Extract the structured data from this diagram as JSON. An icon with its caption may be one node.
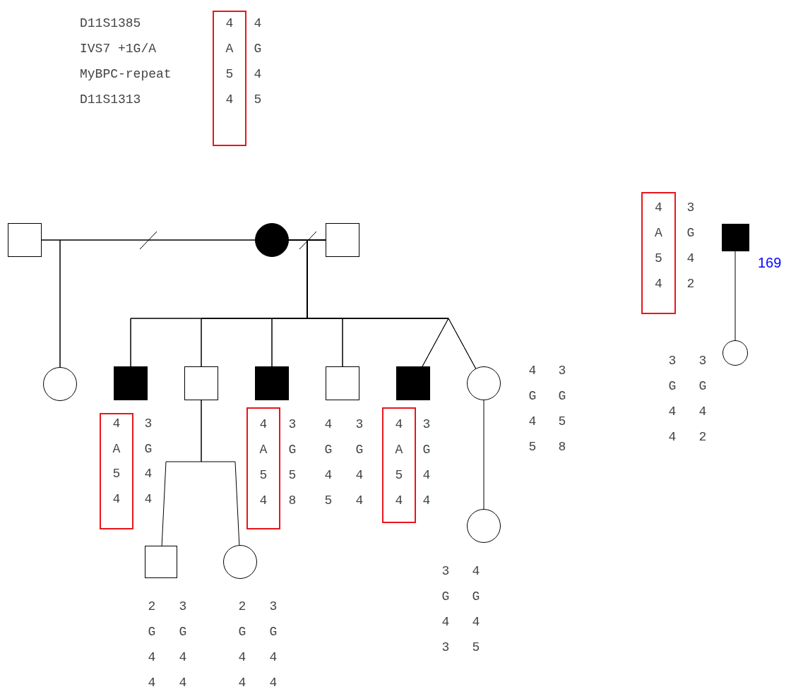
{
  "diagram": {
    "nodes": [
      {
        "text": [],
        "shape": "box"
      },
      {
        "text": [],
        "shape": "circle"
      },
      {
        "text": [],
        "shape": "box"
      },
      {
        "text": [],
        "shape": "circle"
      },
      {
        "text": [],
        "shape": "box"
      },
      {
        "text": [],
        "shape": "box"
      },
      {
        "text": [],
        "shape": "box"
      },
      {
        "text": [],
        "shape": "box"
      },
      {
        "text": [],
        "shape": "box"
      },
      {
        "text": [],
        "shape": "circle"
      },
      {
        "text": [],
        "shape": "box"
      },
      {
        "text": [],
        "shape": "circle"
      },
      {
        "text": [],
        "shape": "circle"
      },
      {
        "text": [],
        "shape": "box",
        "beside": [
          "169"
        ]
      },
      {
        "text": [],
        "shape": "circle"
      },
      {
        "text": [
          "4",
          "A",
          "5",
          "4"
        ]
      },
      {
        "text": [
          "4",
          "A",
          "5",
          "4"
        ]
      },
      {
        "text": [
          "4",
          "A",
          "5",
          "4"
        ]
      },
      {
        "text": [
          "4",
          "A",
          "5",
          "4"
        ]
      },
      {
        "text": [
          "4",
          "A",
          "5",
          "4"
        ]
      }
    ],
    "edges": [
      {
        "from": 0,
        "to": 1,
        "arrow": "none"
      },
      {
        "from": 1,
        "to": 2,
        "arrow": "none"
      },
      {
        "from": 0,
        "to": 3,
        "arrow": "none"
      },
      {
        "from": 1,
        "to": 3,
        "arrow": "none"
      },
      {
        "from": 1,
        "to": 4,
        "arrow": "none"
      },
      {
        "from": 2,
        "to": 4,
        "arrow": "none"
      },
      {
        "from": 1,
        "to": 5,
        "arrow": "none"
      },
      {
        "from": 2,
        "to": 5,
        "arrow": "none"
      },
      {
        "from": 1,
        "to": 6,
        "arrow": "none"
      },
      {
        "from": 2,
        "to": 6,
        "arrow": "none"
      },
      {
        "from": 1,
        "to": 7,
        "arrow": "none"
      },
      {
        "from": 2,
        "to": 7,
        "arrow": "none"
      },
      {
        "from": 1,
        "to": 8,
        "arrow": "none"
      },
      {
        "from": 2,
        "to": 8,
        "arrow": "none"
      },
      {
        "from": 1,
        "to": 9,
        "arrow": "none"
      },
      {
        "from": 2,
        "to": 9,
        "arrow": "none"
      },
      {
        "from": 5,
        "to": 10,
        "arrow": "none"
      },
      {
        "from": 5,
        "to": 11,
        "arrow": "none"
      },
      {
        "from": 9,
        "to": 12,
        "arrow": "none"
      },
      {
        "from": 13,
        "to": 14,
        "arrow": "none"
      }
    ],
    "labels": [
      "D11S1385",
      "IVS7 +1G/A",
      "MyBPC-repeat",
      "D11S1313",
      "4",
      "G",
      "4",
      "5",
      "3",
      "G",
      "4",
      "2",
      "3",
      "G",
      "4",
      "4",
      "3",
      "G",
      "5",
      "8",
      "4",
      "G",
      "4",
      "5",
      "3",
      "G",
      "4",
      "4",
      "3",
      "G",
      "4",
      "4",
      "4",
      "G",
      "4",
      "5",
      "3",
      "G",
      "5",
      "8",
      "3",
      "G",
      "4",
      "4",
      "3",
      "G",
      "4",
      "2",
      "2",
      "G",
      "4",
      "4",
      "3",
      "G",
      "4",
      "4",
      "2",
      "G",
      "4",
      "4",
      "3",
      "G",
      "4",
      "4",
      "3",
      "G",
      "4",
      "3",
      "4",
      "G",
      "4",
      "5"
    ]
  }
}
